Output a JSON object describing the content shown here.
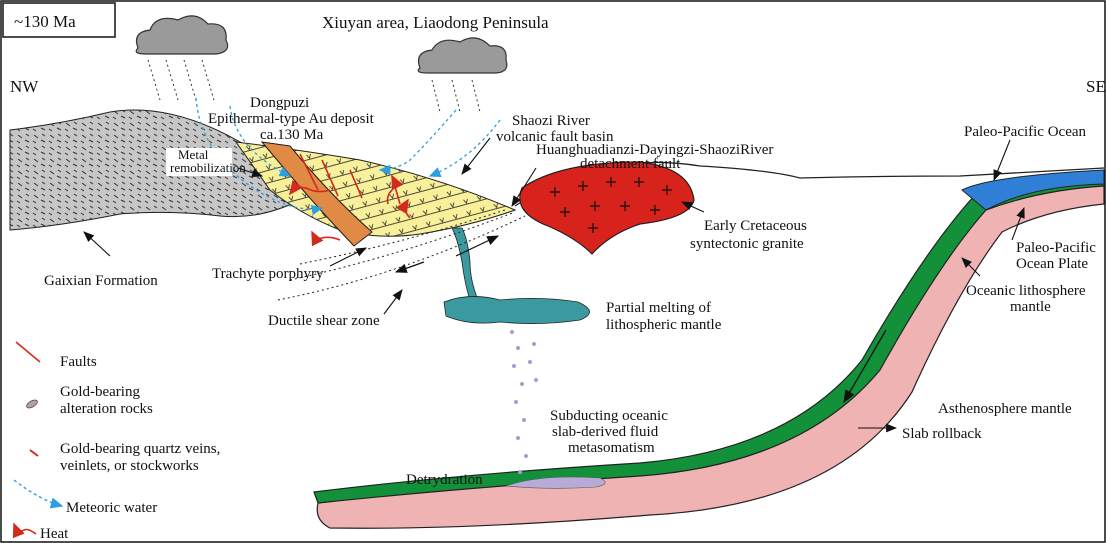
{
  "diagram": {
    "age_label": "~130 Ma",
    "title": "Xiuyan area, Liaodong Peninsula",
    "direction_left": "NW",
    "direction_right": "SE",
    "labels": {
      "deposit_line1": "Dongpuzi",
      "deposit_line2": "Epithermal-type Au deposit",
      "deposit_line3": "ca.130 Ma",
      "basin_line1": "Shaozi River",
      "basin_line2": "volcanic fault basin",
      "fault_line1": "Huanghuadianzi-Dayingzi-ShaoziRiver",
      "fault_line2": "detachment fault",
      "remob_line1": "Metal",
      "remob_line2": "remobilization",
      "ocean": "Paleo-Pacific Ocean",
      "plate_line1": "Paleo-Pacific",
      "plate_line2": "Ocean Plate",
      "granite_line1": "Early Cretaceous",
      "granite_line2": "syntectonic granite",
      "gaixian": "Gaixian Formation",
      "trachyte": "Trachyte porphyry",
      "shear": "Ductile shear zone",
      "melting_line1": "Partial melting of",
      "melting_line2": "lithospheric mantle",
      "lith_mantle_line1": "Oceanic lithosphere",
      "lith_mantle_line2": "mantle",
      "asthenosphere": "Asthenosphere mantle",
      "rollback": "Slab rollback",
      "slab_fluid_line1": "Subducting oceanic",
      "slab_fluid_line2": "slab-derived fluid",
      "slab_fluid_line3": "metasomatism",
      "dehydration": "Detrydration"
    },
    "legend": {
      "faults": "Faults",
      "alteration_line1": "Gold-bearing",
      "alteration_line2": "alteration rocks",
      "veins_line1": "Gold-bearing quartz veins,",
      "veins_line2": "veinlets, or stockworks",
      "meteoric": "Meteoric water",
      "heat": "Heat"
    },
    "colors": {
      "ocean": "#2f7fd6",
      "slab_green": "#12913a",
      "slab_pink": "#efb3b3",
      "granite": "#d8221c",
      "volcanic": "#f8f09a",
      "gaixian": "#c6c6c6",
      "mantle_melt": "#3b9aa0",
      "trachyte": "#e08a46",
      "fault_red": "#d42a1e",
      "meteoric_blue": "#2b9fe0"
    }
  }
}
